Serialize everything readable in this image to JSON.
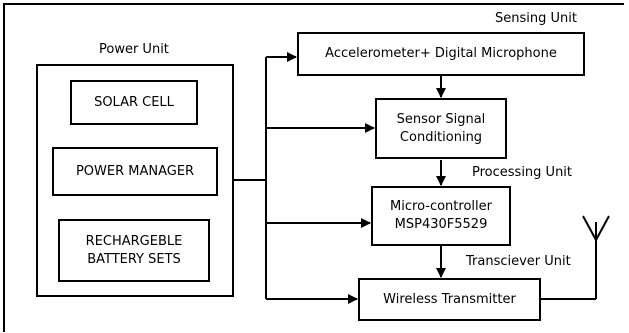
{
  "groups": {
    "sensing": "Sensing Unit",
    "power": "Power Unit",
    "processing": "Processing Unit",
    "transceiver": "Transciever Unit"
  },
  "blocks": {
    "solar_cell": "SOLAR CELL",
    "power_manager": "POWER MANAGER",
    "battery": "RECHARGEBLE\nBATTERY SETS",
    "accelerometer": "Accelerometer+ Digital Microphone",
    "signal_conditioning": "Sensor Signal\nConditioning",
    "microcontroller": "Micro-controller\nMSP430F5529",
    "wireless_tx": "Wireless Transmitter"
  }
}
